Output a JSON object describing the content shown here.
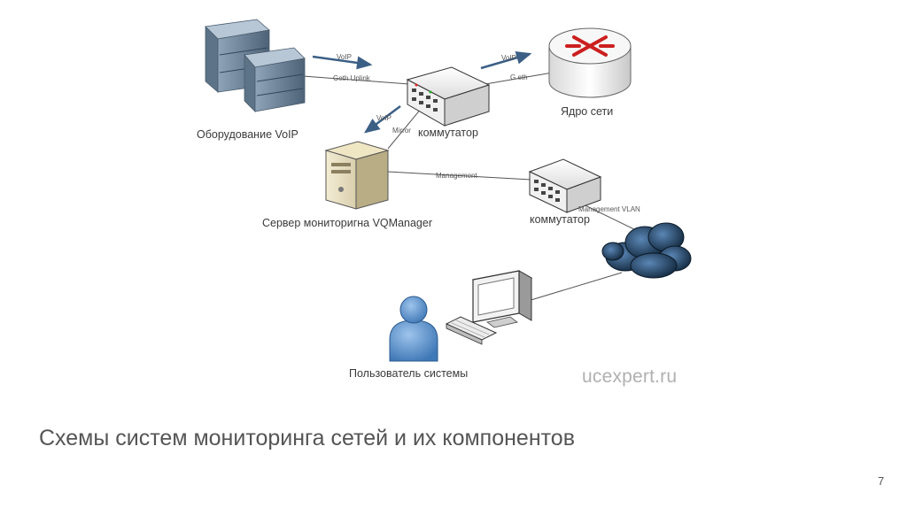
{
  "diagram": {
    "nodes": {
      "voip_equipment": "Оборудование VoIP",
      "switch_main": "коммутатор",
      "core": "Ядро сети",
      "monitoring_server": "Сервер мониторигна VQManager",
      "switch_mgmt": "коммутатор",
      "user": "Пользователь системы"
    },
    "edges": {
      "voip_1": "VoIP",
      "geth_uplink": "Geth Uplink",
      "voip_2": "VoIP",
      "geth": "G eth",
      "voip_3": "VoIP",
      "mirror": "Mirror",
      "management": "Management",
      "management_vlan": "Management VLAN"
    },
    "icons": [
      "server-rack-icon",
      "switch-icon",
      "router-icon",
      "tower-server-icon",
      "cloud-icon",
      "monitor-icon",
      "keyboard-icon",
      "user-icon"
    ]
  },
  "watermark": "ucexpert.ru",
  "slide": {
    "title": "Схемы систем мониторинга сетей и их компонентов",
    "page_number": "7"
  }
}
